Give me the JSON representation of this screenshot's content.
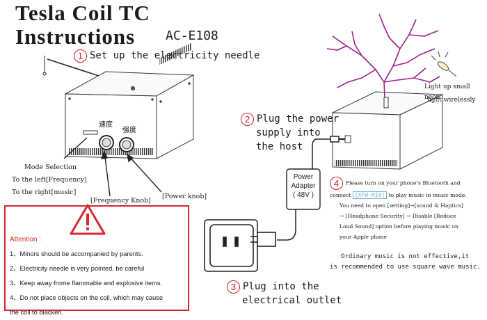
{
  "header": {
    "title_line1": "Tesla Coil TC",
    "title_line2": "Instructions",
    "model": "AC-E108"
  },
  "steps": {
    "s1": {
      "num": "1",
      "text": "Set up the electricity needle"
    },
    "s2": {
      "num": "2",
      "line1": "Plug the power",
      "line2": "supply into",
      "line3": "the host"
    },
    "s3": {
      "num": "3",
      "line1": "Plug into the",
      "line2": "electrical outlet"
    },
    "s4": {
      "num": "4",
      "line1": "Please turn on your phone’s Bluetooth and",
      "line2a": "connect",
      "device": "[XFW-M18]",
      "line2b": "to play music in music mode.",
      "line3": "You need to open [setting]→[sound & Haptics]",
      "line4": "→ [Headphone Security] → Disable [Reduce",
      "line5": "Loud Sound] option before playing music on",
      "line6": "your Apple phone"
    }
  },
  "labels": {
    "mode_l1": "Mode Selection",
    "mode_l2": "To the left[Frequency]",
    "mode_l3": "To the right[music]",
    "freq_knob": "[Frequency Knob]",
    "power_knob": "[Power knob]",
    "neon_l1": "Light up small neon",
    "neon_l2": "light wirelessly",
    "knob_speed": "速度",
    "knob_strength": "强度"
  },
  "adapter": {
    "line1": "Power",
    "line2": "Adapter",
    "line3": "( 48V )"
  },
  "note": {
    "line1": "Ordinary music is not effective,it",
    "line2": "is recommended to use square wave music."
  },
  "attention": {
    "title": "Attention :",
    "items": [
      "1、Minors should be accompanied by parents.",
      "2、Electricity needle is very pointed, be careful",
      "3、Keep away frome flammable and explosive items.",
      "4、Do not place objects on the coil, which may cause",
      "the coil to blacken."
    ]
  },
  "colors": {
    "accent": "#d9262f",
    "link": "#6fb6d8",
    "spark": "#9b1f8a"
  }
}
